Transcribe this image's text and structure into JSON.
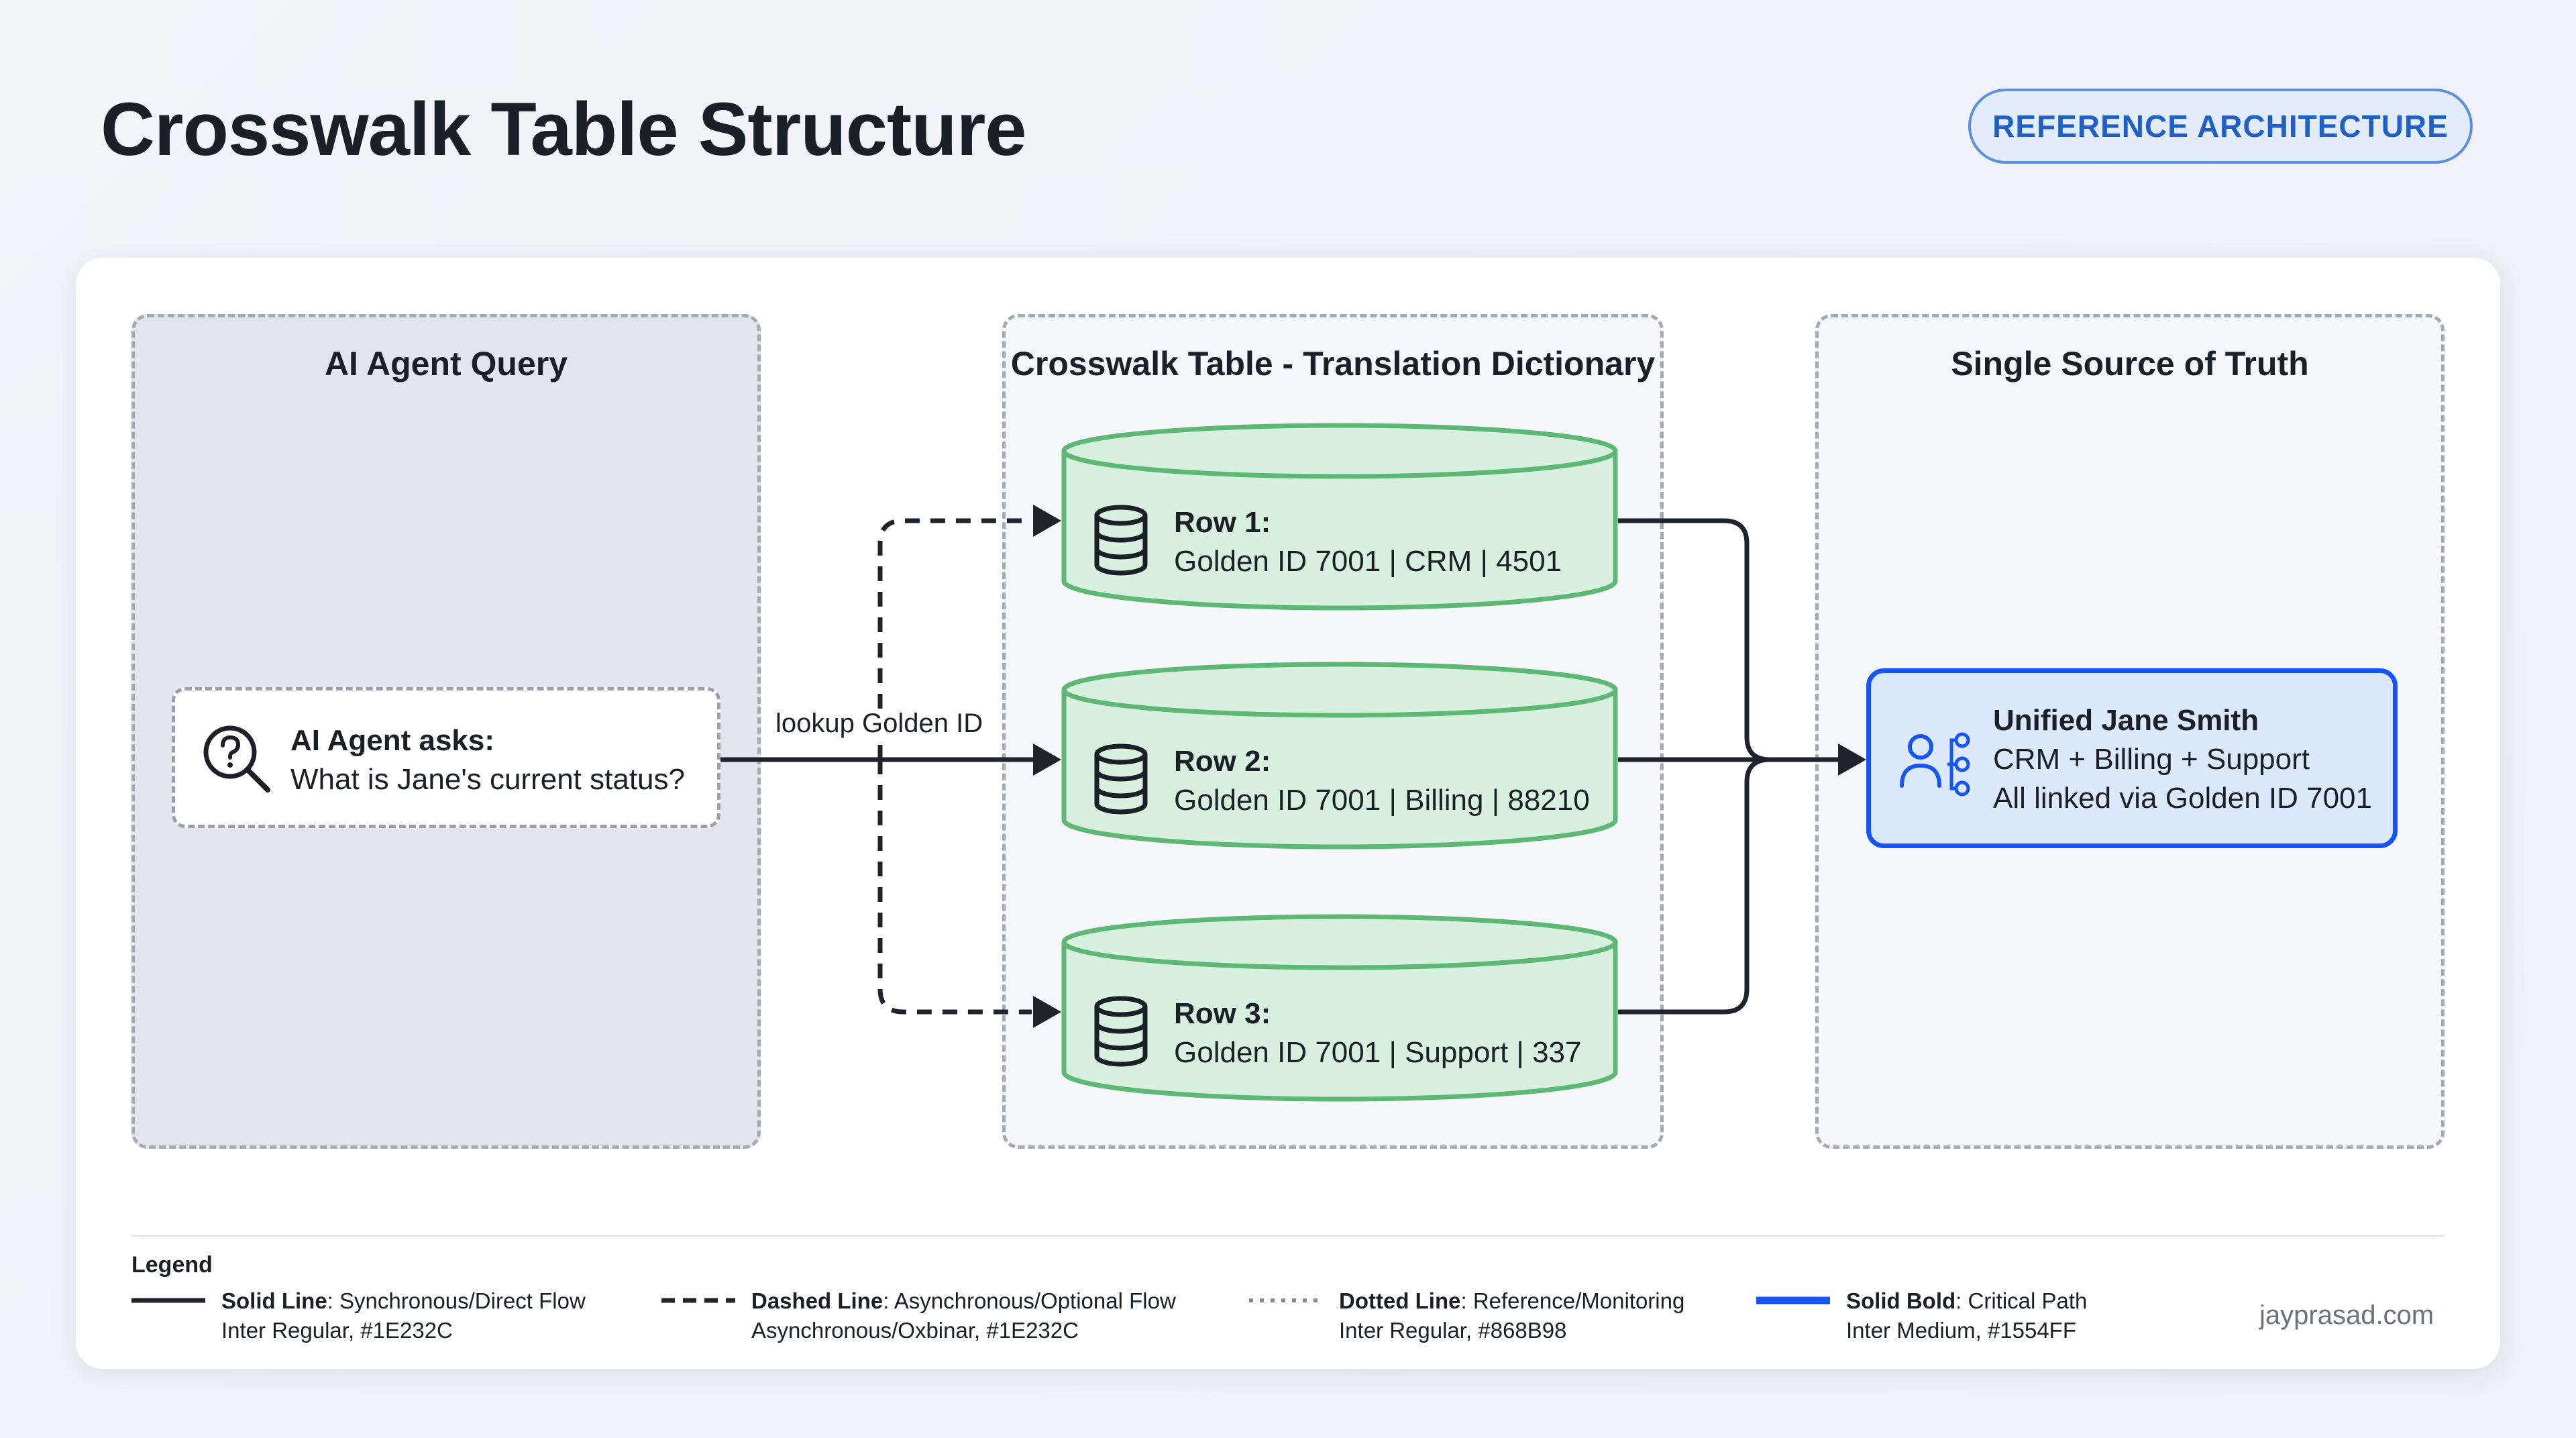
{
  "header": {
    "title": "Crosswalk Table Structure",
    "badge": "REFERENCE ARCHITECTURE"
  },
  "panels": {
    "left": {
      "title": "AI Agent Query"
    },
    "middle": {
      "title": "Crosswalk Table - Translation Dictionary"
    },
    "right": {
      "title": "Single Source of Truth"
    }
  },
  "query": {
    "heading": "AI Agent asks:",
    "question": "What is Jane's current status?",
    "icon": "search-question-icon"
  },
  "edge_label": "lookup Golden ID",
  "rows": [
    {
      "heading": "Row 1:",
      "body": "Golden ID 7001 | CRM | 4501"
    },
    {
      "heading": "Row 2:",
      "body": "Golden ID 7001 | Billing | 88210"
    },
    {
      "heading": "Row 3:",
      "body": "Golden ID 7001 | Support | 337"
    }
  ],
  "unified": {
    "heading": "Unified Jane Smith",
    "line1": "CRM + Billing + Support",
    "line2": "All linked via Golden ID 7001",
    "icon": "users-network-icon"
  },
  "legend": {
    "title": "Legend",
    "items": [
      {
        "name": "Solid Line",
        "desc": ": Synchronous/Direct Flow",
        "sub": "Inter Regular, #1E232C"
      },
      {
        "name": "Dashed Line",
        "desc": ": Asynchronous/Optional Flow",
        "sub": "Asynchronous/Oxbinar, #1E232C"
      },
      {
        "name": "Dotted Line",
        "desc": ": Reference/Monitoring",
        "sub": "Inter Regular, #868B98"
      },
      {
        "name": "Solid Bold",
        "desc": ": Critical Path",
        "sub": "Inter Medium, #1554FF"
      }
    ]
  },
  "footer": {
    "site": "jayprasad.com"
  },
  "colors": {
    "line": "#1E232C",
    "dotted": "#868B98",
    "critical": "#1554FF",
    "row_fill": "#d8f1de",
    "row_stroke": "#5cb874"
  }
}
